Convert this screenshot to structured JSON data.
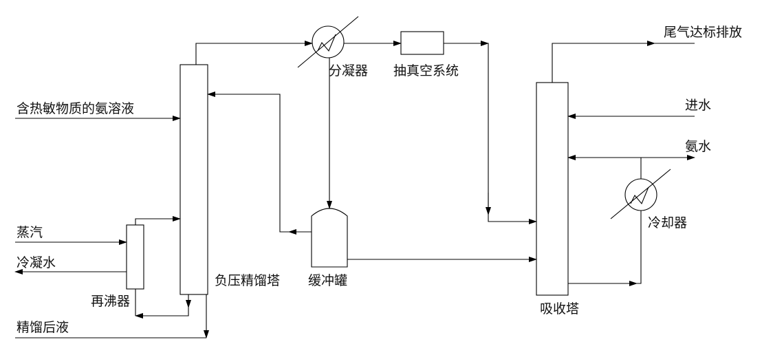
{
  "labels": {
    "feed": "含热敏物质的氨溶液",
    "steam": "蒸汽",
    "condensate": "冷凝水",
    "reboiler": "再沸器",
    "column": "负压精馏塔",
    "bottoms": "精馏后液",
    "partial_condenser": "分凝器",
    "vacuum": "抽真空系统",
    "buffer": "缓冲罐",
    "absorber": "吸收塔",
    "exhaust": "尾气达标排放",
    "water_in": "进水",
    "ammonia_water": "氨水",
    "cooler": "冷却器"
  }
}
